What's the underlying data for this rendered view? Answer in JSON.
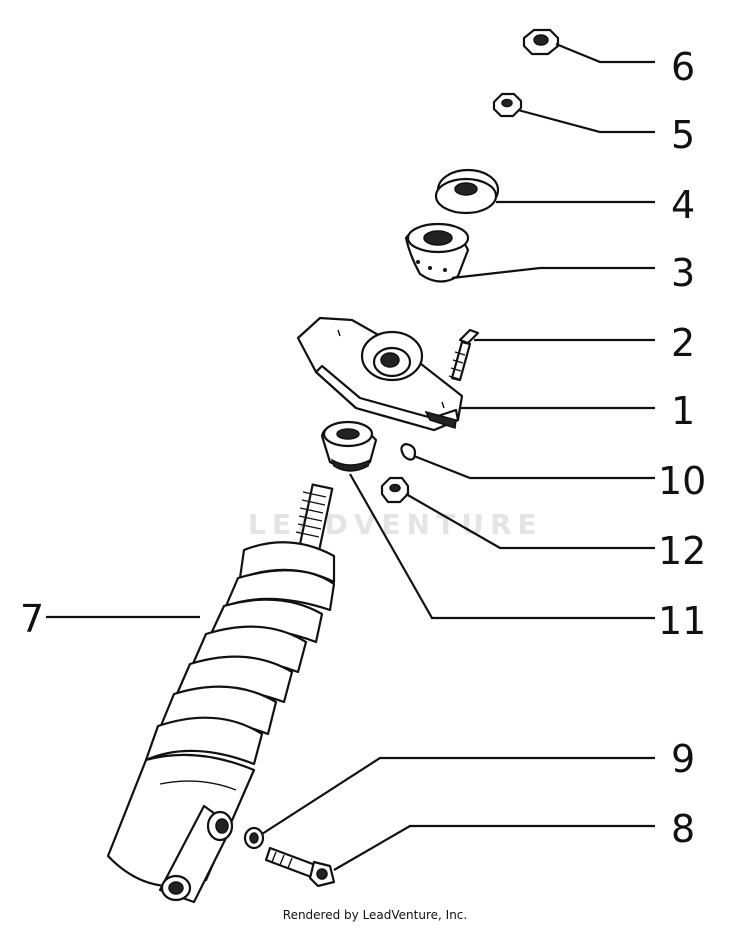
{
  "diagram": {
    "watermark": "LEADVENTURE",
    "credit": "Rendered by LeadVenture, Inc.",
    "callouts": [
      {
        "id": "1",
        "label": "1"
      },
      {
        "id": "2",
        "label": "2"
      },
      {
        "id": "3",
        "label": "3"
      },
      {
        "id": "4",
        "label": "4"
      },
      {
        "id": "5",
        "label": "5"
      },
      {
        "id": "6",
        "label": "6"
      },
      {
        "id": "7",
        "label": "7"
      },
      {
        "id": "8",
        "label": "8"
      },
      {
        "id": "9",
        "label": "9"
      },
      {
        "id": "10",
        "label": "10"
      },
      {
        "id": "11",
        "label": "11"
      },
      {
        "id": "12",
        "label": "12"
      }
    ]
  }
}
